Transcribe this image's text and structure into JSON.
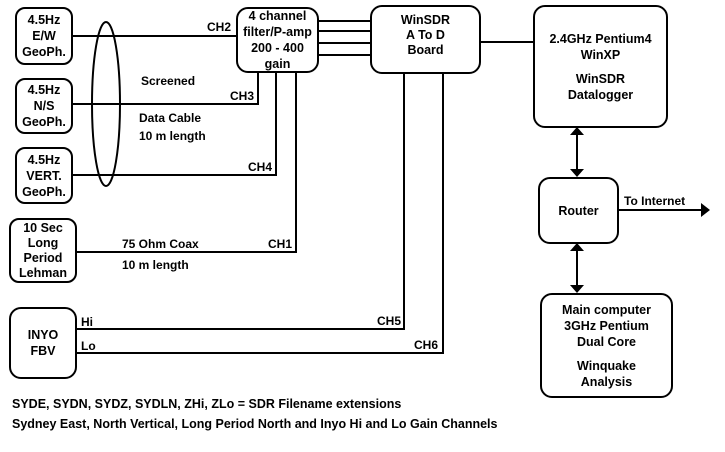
{
  "sensors": [
    {
      "id": "ew",
      "lines": [
        "4.5Hz",
        "E/W",
        "GeoPh."
      ]
    },
    {
      "id": "ns",
      "lines": [
        "4.5Hz",
        "N/S",
        "GeoPh."
      ]
    },
    {
      "id": "vert",
      "lines": [
        "4.5Hz",
        "VERT.",
        "GeoPh."
      ]
    },
    {
      "id": "lehman",
      "lines": [
        "10 Sec",
        "Long",
        "Period",
        "Lehman"
      ]
    },
    {
      "id": "inyo",
      "lines": [
        "INYO",
        "FBV"
      ]
    }
  ],
  "filter_box": {
    "lines": [
      "4 channel",
      "filter/P-amp",
      "200 - 400",
      "gain"
    ]
  },
  "adc_box": {
    "lines": [
      "WinSDR",
      "A To D",
      "Board"
    ]
  },
  "datalogger_box": {
    "lines_top": [
      "2.4GHz Pentium4",
      "WinXP"
    ],
    "lines_bottom": [
      "WinSDR",
      "Datalogger"
    ]
  },
  "router_box": {
    "label": "Router"
  },
  "main_computer_box": {
    "lines_top": [
      "Main computer",
      "3GHz Pentium",
      "Dual Core"
    ],
    "lines_bottom": [
      "Winquake",
      "Analysis"
    ]
  },
  "channels": {
    "ch1": "CH1",
    "ch2": "CH2",
    "ch3": "CH3",
    "ch4": "CH4",
    "ch5": "CH5",
    "ch6": "CH6"
  },
  "inyo_outputs": {
    "hi": "Hi",
    "lo": "Lo"
  },
  "cable_labels": {
    "screened": "Screened",
    "data_cable": "Data Cable",
    "data_cable_length": "10 m length",
    "coax": "75 Ohm Coax",
    "coax_length": "10 m length"
  },
  "internet_label": "To Internet",
  "notes": [
    "SYDE, SYDN, SYDZ, SYDLN, ZHi, ZLo  =  SDR Filename extensions",
    "Sydney East, North Vertical, Long Period North and Inyo Hi and Lo Gain Channels"
  ]
}
